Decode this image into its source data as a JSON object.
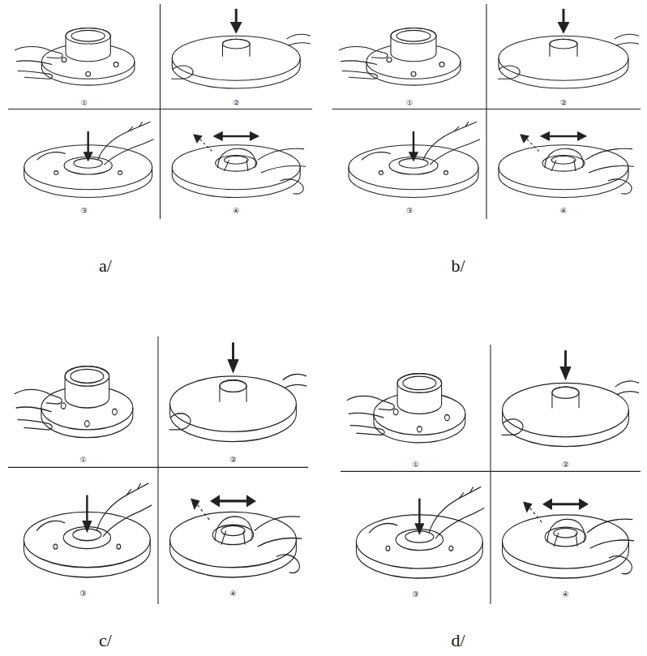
{
  "diagram": {
    "labels": [
      "①",
      "②",
      "③",
      "④",
      "①",
      "②",
      "③",
      "④",
      "a/",
      "b/",
      "①",
      "②",
      "③",
      "④",
      "①",
      "②",
      "③",
      "④",
      "c/",
      "d/"
    ]
  }
}
